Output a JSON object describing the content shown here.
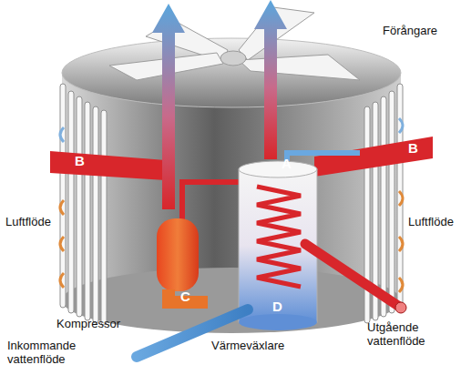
{
  "diagram": {
    "labels": [
      "Förångare",
      "B",
      "B",
      "A",
      "Luftflöde",
      "Luftflöde",
      "C",
      "Kompressor",
      "D",
      "Värmeväxlare",
      "Utgående vattenflöde",
      "Inkommande vattenflöde"
    ]
  }
}
